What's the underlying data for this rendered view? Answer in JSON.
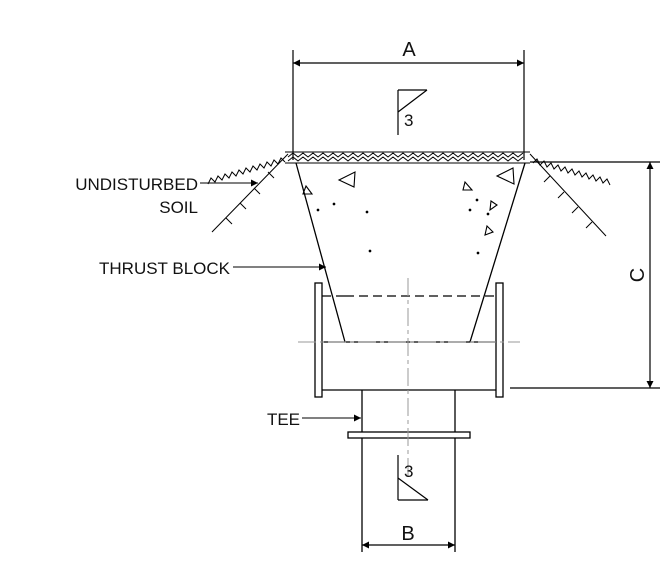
{
  "labels": {
    "dim_a": "A",
    "dim_b": "B",
    "dim_c": "C",
    "section_mark_top": "3",
    "section_mark_bottom": "3",
    "undisturbed_line1": "UNDISTURBED",
    "undisturbed_line2": "SOIL",
    "thrust_block": "THRUST BLOCK",
    "tee": "TEE"
  },
  "colors": {
    "line": "#000000",
    "center_line": "#9a9a9a",
    "background": "#ffffff"
  }
}
